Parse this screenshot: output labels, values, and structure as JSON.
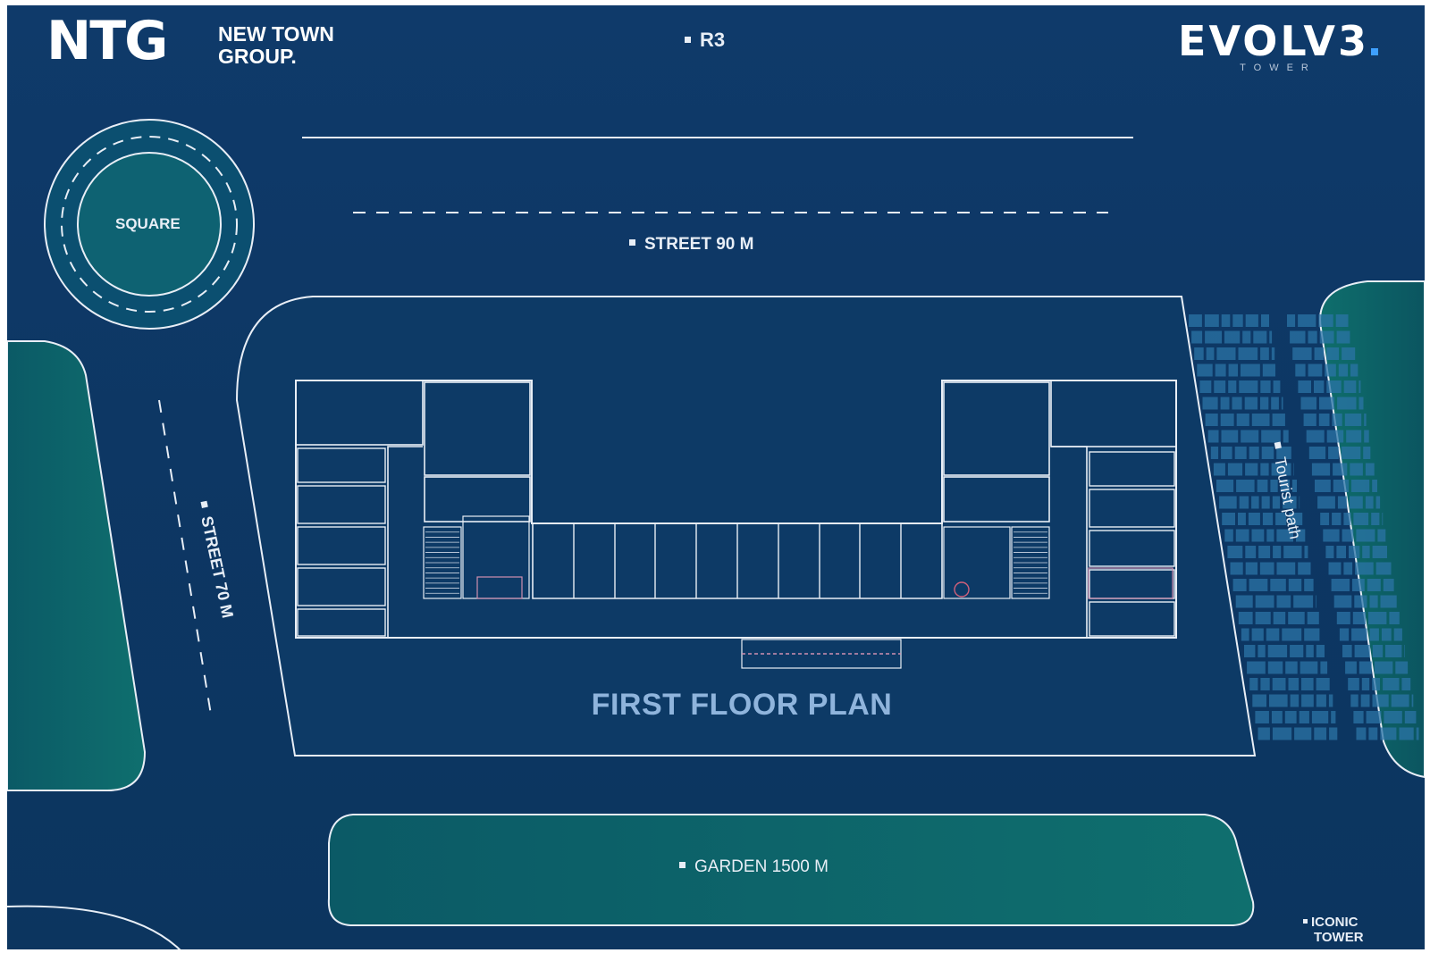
{
  "header": {
    "ntg_mark": "NTG",
    "ntg_line1": "NEW TOWN",
    "ntg_line2": "GROUP.",
    "plot_code": "R3",
    "evolve_word": "EVOLV3",
    "evolve_sub": "TOWER"
  },
  "map_labels": {
    "square": "SQUARE",
    "street_top": "STREET 90 M",
    "street_left": "STREET 70 M",
    "tourist_path": "Tourist path",
    "garden": "GARDEN 1500 M",
    "iconic_line1": "ICONIC",
    "iconic_line2": "TOWER"
  },
  "plan_title": "FIRST FLOOR PLAN",
  "colors": {
    "background": "#0d3764",
    "green": "#0f6b6b",
    "lines": "#e8eef6",
    "title": "#8fb4dc"
  }
}
